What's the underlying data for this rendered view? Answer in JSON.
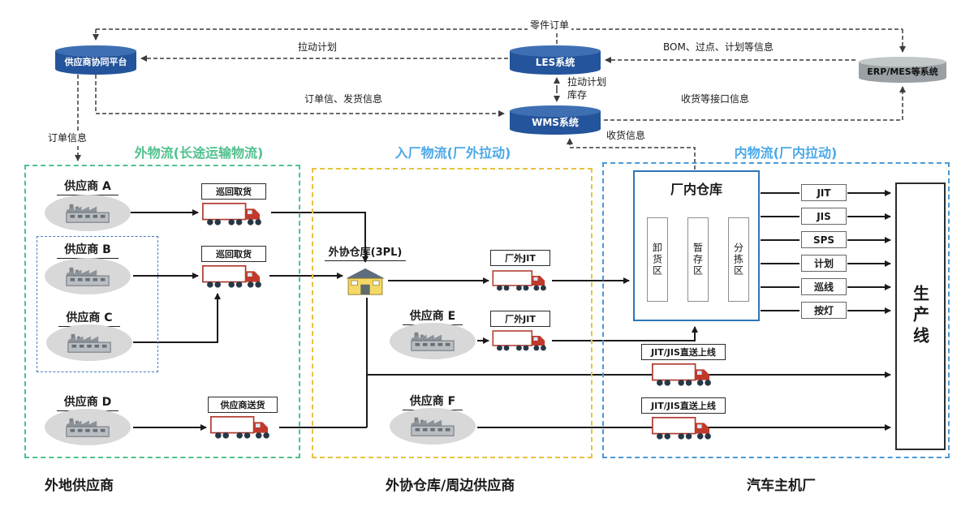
{
  "systems": {
    "platform": "供应商协同平台",
    "les": "LES系统",
    "wms": "WMS系统",
    "erp": "ERP/MES等系统"
  },
  "flow_labels": {
    "parts_order": "零件订单",
    "pull_plan": "拉动计划",
    "bom_info": "BOM、过点、计划等信息",
    "pull_plan_2": "拉动计划",
    "inventory": "库存",
    "order_shipping_info": "订单信、发货信息",
    "receiving_interface_info": "收货等接口信息",
    "order_info": "订单信息",
    "receiving_info": "收货信息"
  },
  "sections": {
    "outbound": {
      "title": "外物流(长途运输物流)",
      "footer": "外地供应商"
    },
    "inbound": {
      "title": "入厂物流(厂外拉动)",
      "footer": "外协仓库/周边供应商"
    },
    "internal": {
      "title": "内物流(厂内拉动)",
      "footer": "汽车主机厂"
    }
  },
  "suppliers": [
    "供应商 A",
    "供应商 B",
    "供应商 C",
    "供应商 D",
    "供应商 E",
    "供应商 F"
  ],
  "truck_labels": {
    "milkrun_a": "巡回取货",
    "milkrun_bc": "巡回取货",
    "supplier_delivery": "供应商送货",
    "offsite_jit_1": "厂外JIT",
    "offsite_jit_2": "厂外JIT",
    "direct_online_1": "JIT/JIS直送上线",
    "direct_online_2": "JIT/JIS直送上线"
  },
  "warehouse_3pl": "外协仓库(3PL)",
  "plant_warehouse": {
    "title": "厂内仓库",
    "zones": [
      "卸货区",
      "暂存区",
      "分拣区"
    ]
  },
  "delivery_modes": [
    "JIT",
    "JIS",
    "SPS",
    "计划",
    "巡线",
    "按灯"
  ],
  "production_line": "生产线",
  "colors": {
    "section_green": "#52C08E",
    "section_yellow": "#E6C33C",
    "section_blue": "#4A9AD6",
    "system_blue": "#24549B",
    "system_gray": "#9AA0A3",
    "zone_arrow_blue": "#2F5496"
  }
}
